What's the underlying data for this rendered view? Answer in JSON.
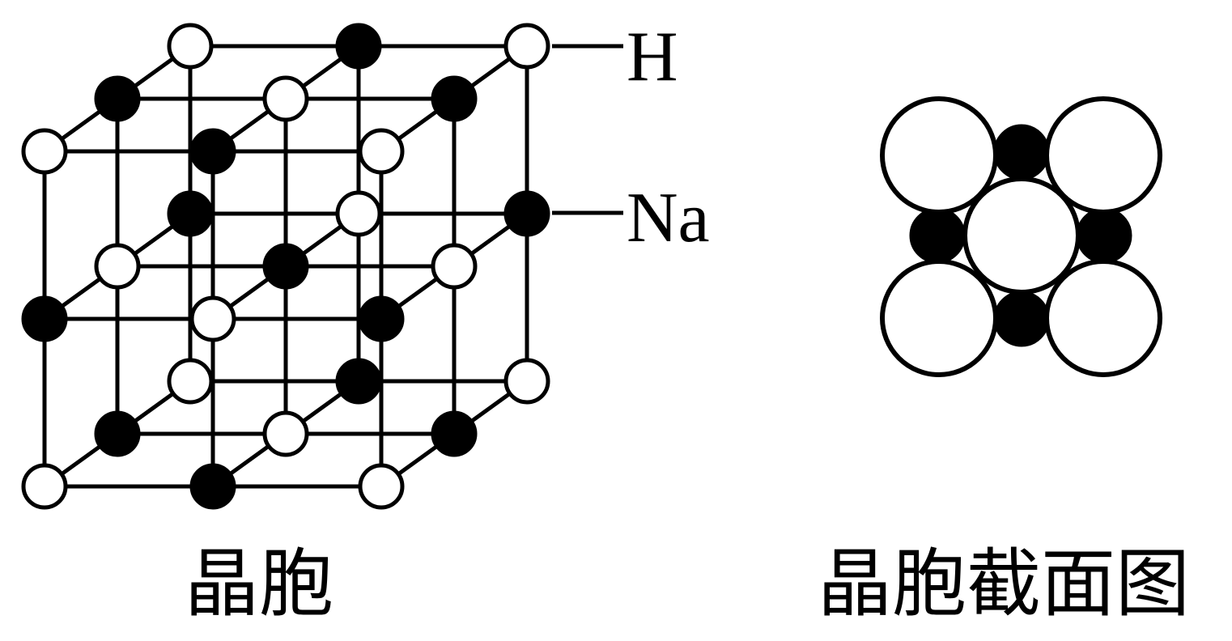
{
  "unit_cell": {
    "caption": "晶胞",
    "label_h": "H",
    "label_na": "Na"
  },
  "cross_section": {
    "caption": "晶胞截面图"
  },
  "colors": {
    "h_atom": "#ffffff",
    "na_atom": "#000000",
    "stroke": "#000000"
  }
}
